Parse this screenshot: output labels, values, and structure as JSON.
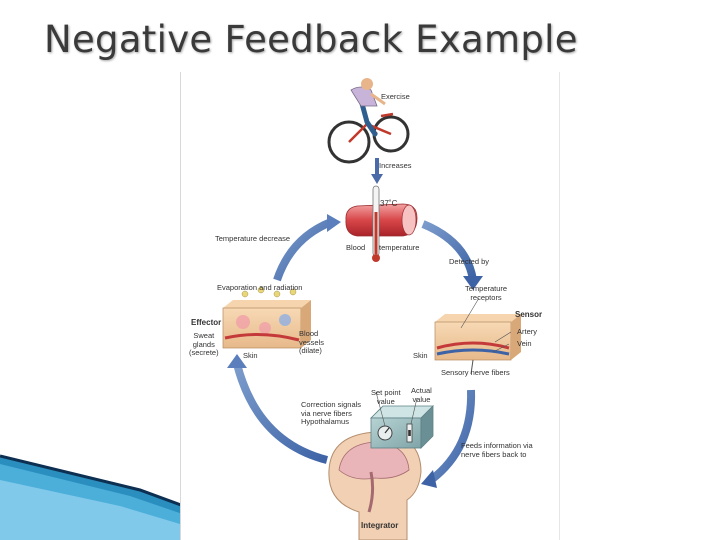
{
  "title": "Negative Feedback Example",
  "diagram": {
    "exercise": "Exercise",
    "increases": "Increases",
    "thermo_value": "37˚C",
    "blood": "Blood",
    "temperature": "temperature",
    "temperature_decrease": "Temperature decrease",
    "detected_by": "Detected by",
    "temperature_receptors_line1": "Temperature",
    "temperature_receptors_line2": "receptors",
    "sensor": "Sensor",
    "artery": "Artery",
    "vein": "Vein",
    "skin_right": "Skin",
    "sensory_nerve_fibers": "Sensory nerve fibers",
    "evaporation": "Evaporation and radiation",
    "effector": "Effector",
    "sweat_glands_line1": "Sweat",
    "sweat_glands_line2": "glands",
    "sweat_glands_line3": "(secrete)",
    "skin_left": "Skin",
    "blood_vessels_line1": "Blood",
    "blood_vessels_line2": "vessels",
    "blood_vessels_line3": "(dilate)",
    "set_point_line1": "Set point",
    "set_point_line2": "value",
    "actual_line1": "Actual",
    "actual_line2": "value",
    "correction_line1": "Correction signals",
    "correction_line2": "via nerve fibers",
    "correction_line3": "Hypothalamus",
    "feeds_line1": "Feeds information via",
    "feeds_line2": "nerve fibers back to",
    "integrator": "Integrator"
  }
}
